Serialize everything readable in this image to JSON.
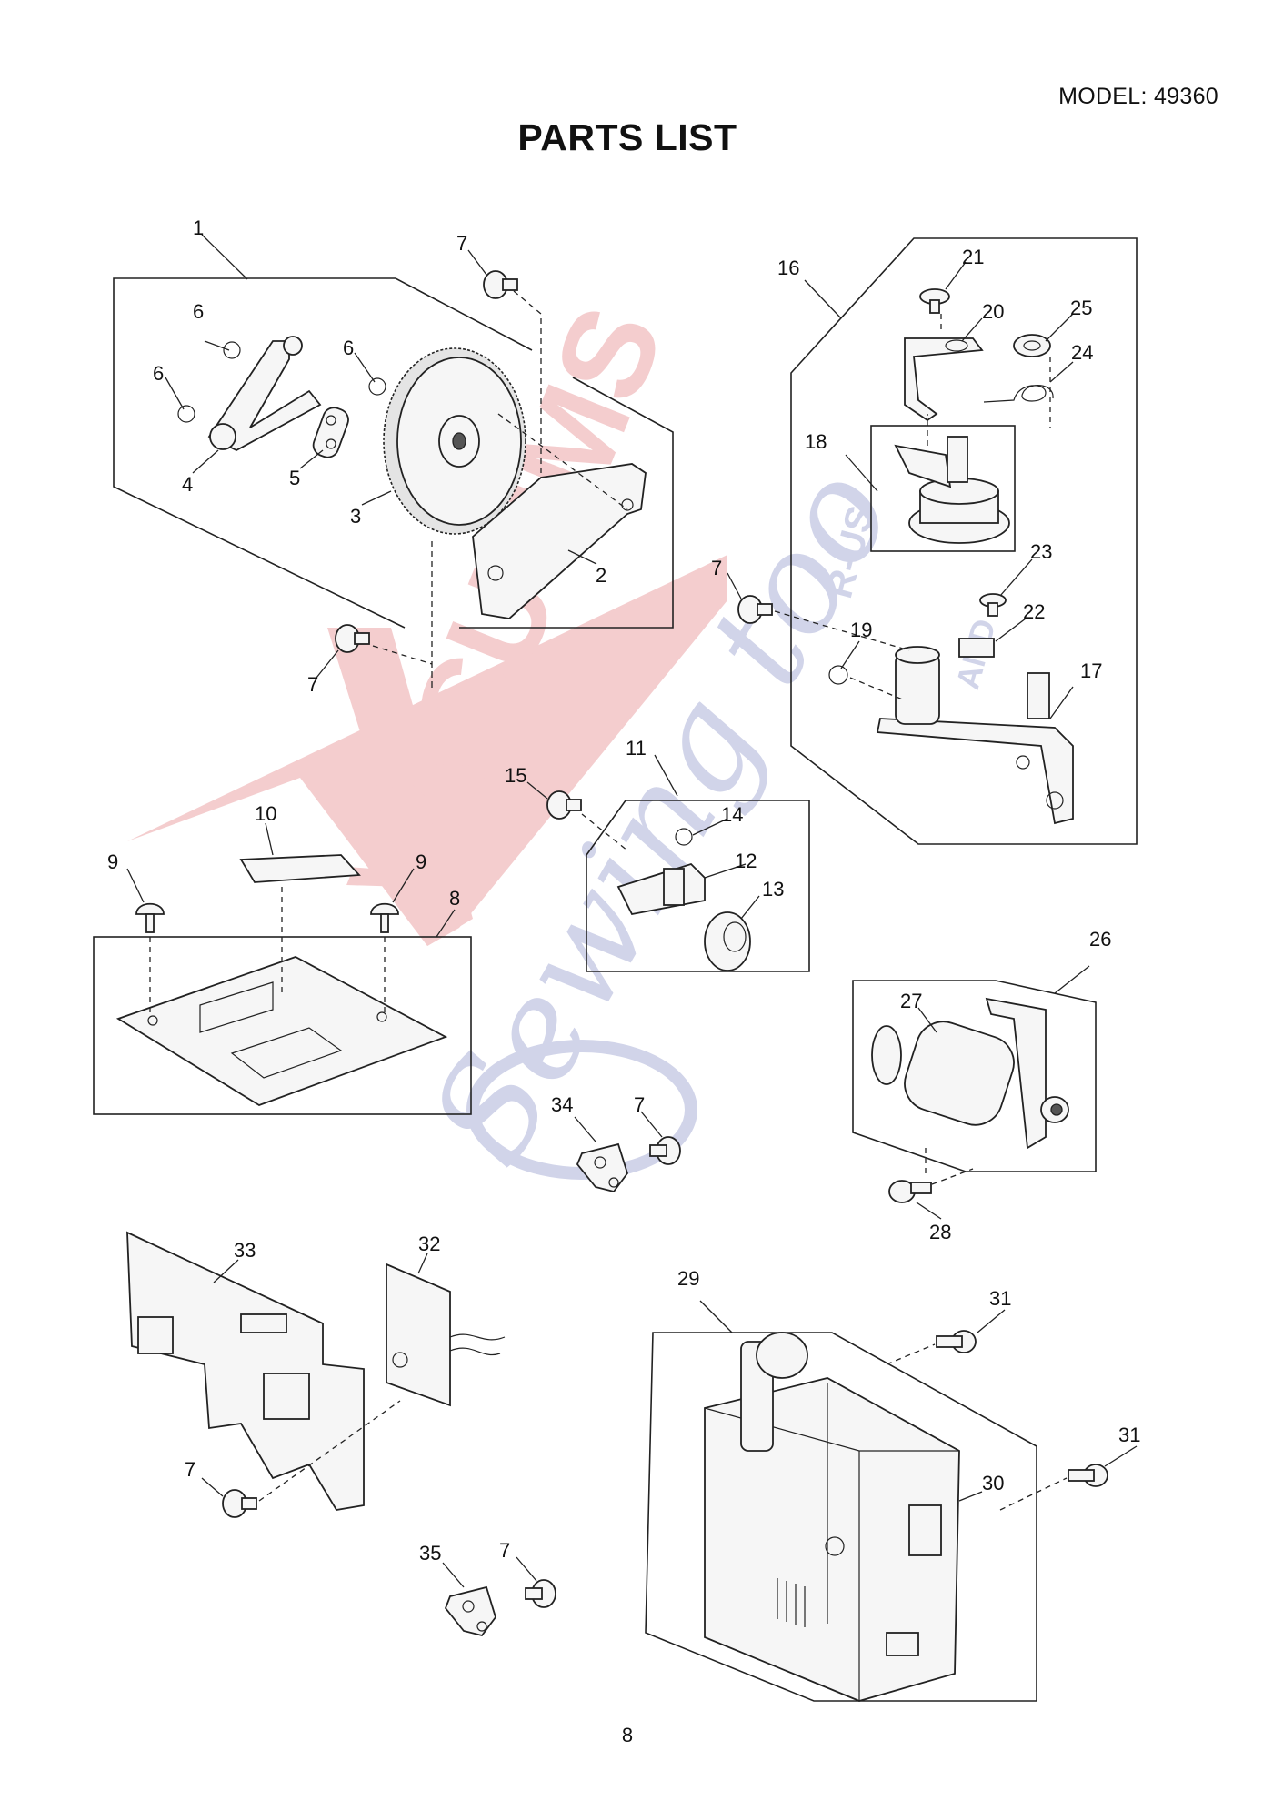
{
  "header": {
    "model": "MODEL: 49360",
    "title": "PARTS LIST"
  },
  "footer": {
    "page_number": "8"
  },
  "callouts": {
    "n1": "1",
    "n2": "2",
    "n3": "3",
    "n4": "4",
    "n5": "5",
    "n6a": "6",
    "n6b": "6",
    "n6c": "6",
    "n7a": "7",
    "n7b": "7",
    "n7c": "7",
    "n7d": "7",
    "n7e": "7",
    "n7f": "7",
    "n8": "8",
    "n9a": "9",
    "n9b": "9",
    "n10": "10",
    "n11": "11",
    "n12": "12",
    "n13": "13",
    "n14": "14",
    "n15": "15",
    "n16": "16",
    "n17": "17",
    "n18": "18",
    "n19": "19",
    "n20": "20",
    "n21": "21",
    "n22": "22",
    "n23": "23",
    "n24": "24",
    "n25": "25",
    "n26": "26",
    "n27": "27",
    "n28": "28",
    "n29": "29",
    "n30": "30",
    "n31a": "31",
    "n31b": "31",
    "n32": "32",
    "n33": "33",
    "n34": "34",
    "n35": "35"
  },
  "watermark": {
    "words": [
      "VACUUMS",
      "R-US",
      "AND",
      "Sewing too"
    ],
    "colors": {
      "red": "#f2c4c6",
      "blue": "#c9cde6"
    }
  }
}
